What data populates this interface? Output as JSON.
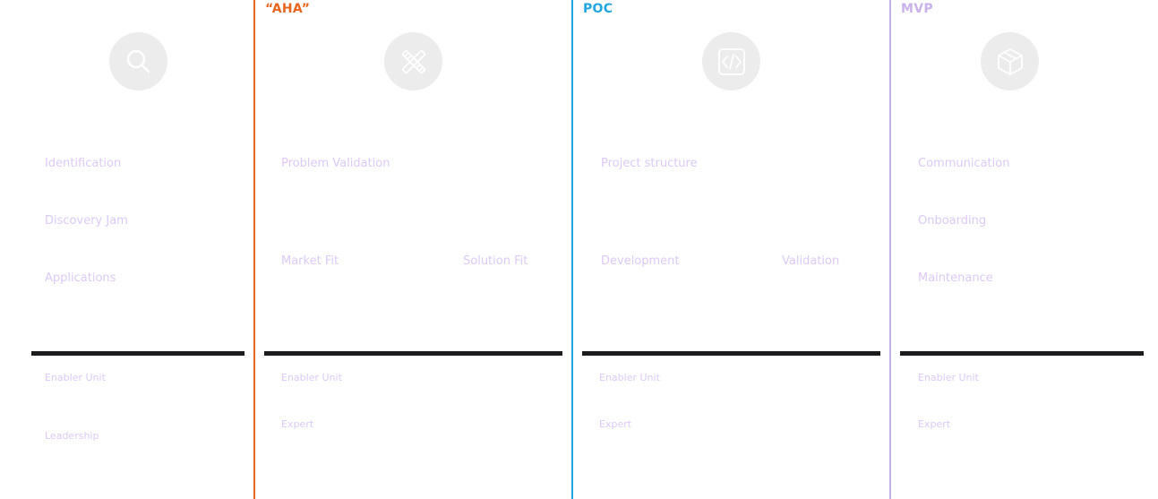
{
  "phases": {
    "discovery": {
      "title": "",
      "icon": "search-icon",
      "steps": [
        "Identification",
        "Discovery Jam",
        "Applications"
      ],
      "roles": [
        "Enabler Unit",
        "Leadership"
      ]
    },
    "aha": {
      "title": "“AHA”",
      "color": "#e8651e",
      "icon": "design-tools-icon",
      "steps": [
        "Problem Validation",
        "Market Fit",
        "Solution Fit"
      ],
      "roles": [
        "Enabler Unit",
        "Expert"
      ]
    },
    "poc": {
      "title": "POC",
      "color": "#21a6e2",
      "icon": "code-icon",
      "steps": [
        "Project structure",
        "Development",
        "Validation"
      ],
      "roles": [
        "Enabler Unit",
        "Expert"
      ]
    },
    "mvp": {
      "title": "MVP",
      "color": "#c9b2ec",
      "icon": "cube-icon",
      "steps": [
        "Communication",
        "Onboarding",
        "Maintenance"
      ],
      "roles": [
        "Enabler Unit",
        "Expert"
      ]
    }
  },
  "colors": {
    "label": "#dcc9f6",
    "divider": "#1c1c1e",
    "icon_bg": "#ececec",
    "icon_fg": "#ffffff"
  }
}
